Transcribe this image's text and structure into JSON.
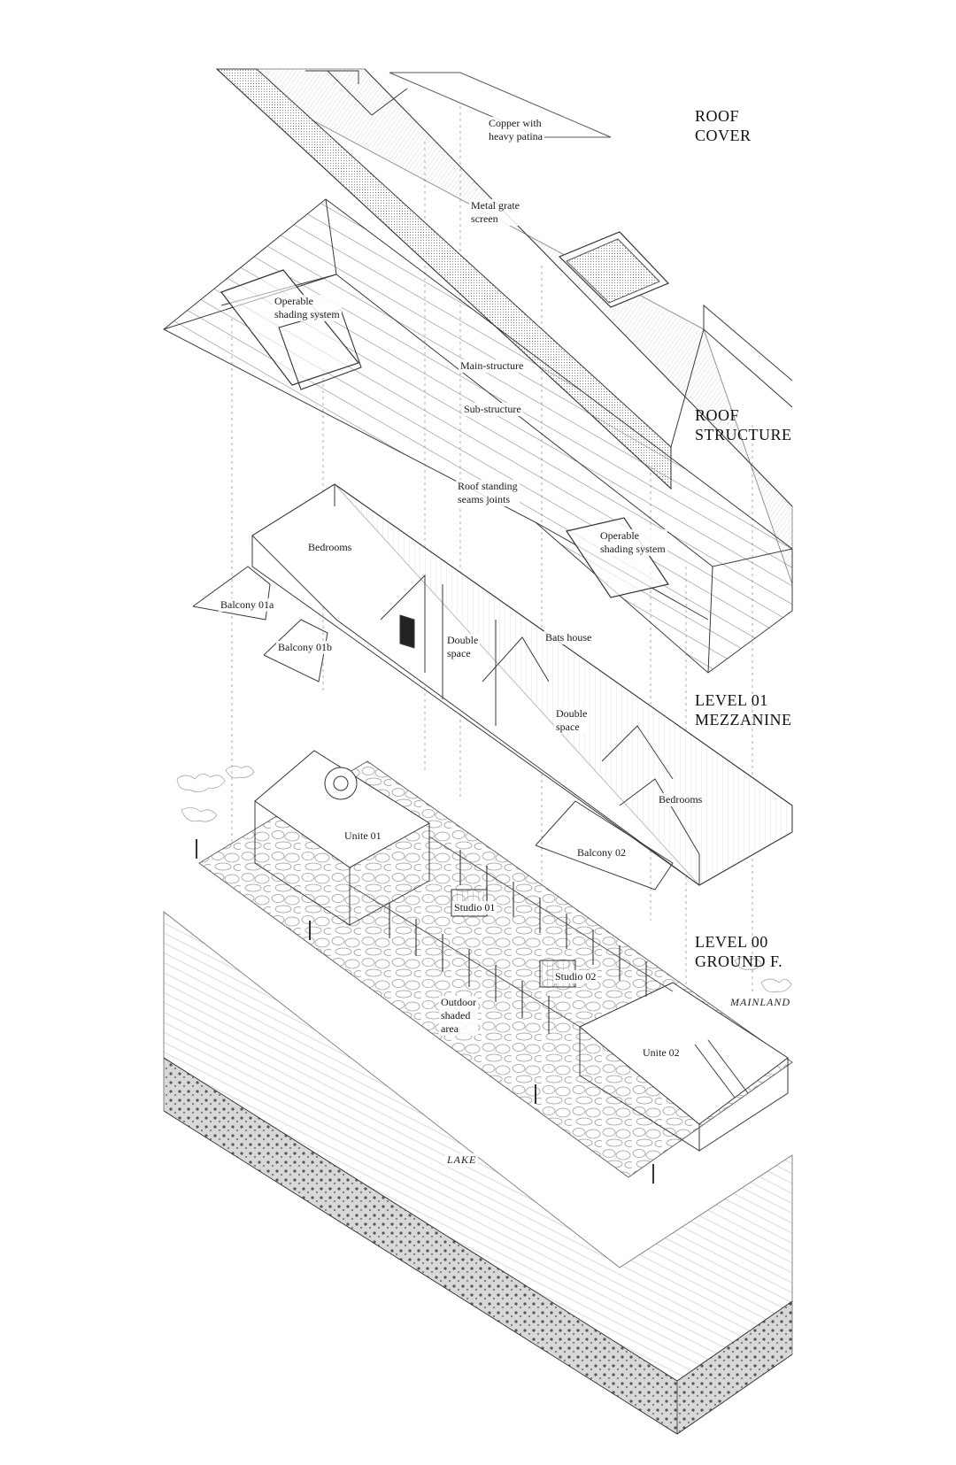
{
  "sections": {
    "roof_cover": "ROOF\nCOVER",
    "roof_structure": "ROOF\nSTRUCTURE",
    "level_01": "LEVEL 01\nMEZZANINE",
    "level_00": "LEVEL 00\nGROUND F."
  },
  "labels": {
    "copper": "Copper with\nheavy patina",
    "grate": "Metal grate\nscreen",
    "shading_1": "Operable\nshading system",
    "main_structure": "Main-structure",
    "sub_structure": "Sub-structure",
    "seams": "Roof standing\nseams joints",
    "shading_2": "Operable\nshading system",
    "bedrooms_1": "Bedrooms",
    "balcony_01a": "Balcony 01a",
    "balcony_01b": "Balcony 01b",
    "double_space_1": "Double\nspace",
    "bats_house": "Bats house",
    "double_space_2": "Double\nspace",
    "bedrooms_2": "Bedrooms",
    "balcony_02": "Balcony 02",
    "unite_01": "Unite 01",
    "studio_01": "Studio 01",
    "studio_02": "Studio 02",
    "outdoor": "Outdoor\nshaded\narea",
    "unite_02": "Unite 02",
    "mainland": "MAINLAND",
    "lake": "LAKE"
  },
  "colors": {
    "line": "#3a3a3a",
    "hatch": "#8a8a8a",
    "ground": "#d9d9d9"
  }
}
